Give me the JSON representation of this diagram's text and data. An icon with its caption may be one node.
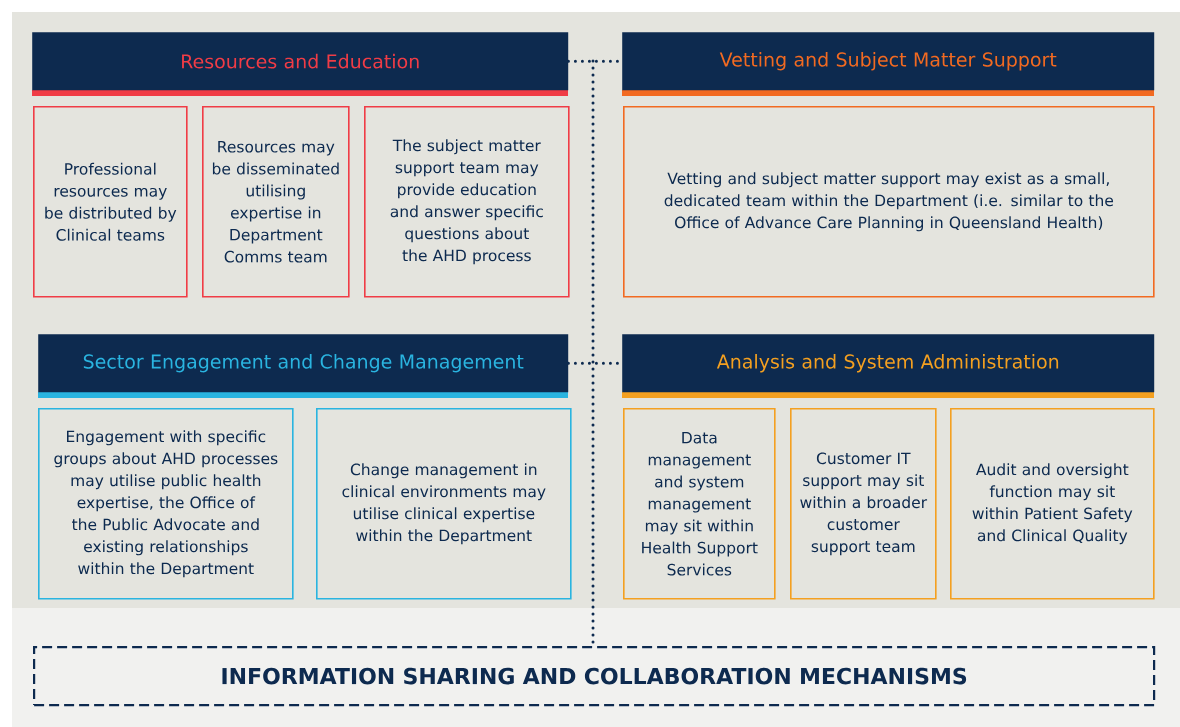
{
  "diagram": {
    "nodes": [
      {
        "text": [
          "Resources and Education"
        ]
      },
      {
        "text": [
          "Professional resources may be distributed by Clinical teams"
        ]
      },
      {
        "text": [
          "Resources may be disseminated utilising expertise in Department Comms team"
        ]
      },
      {
        "text": [
          "The subject matter support team may provide education and answer specific questions about the AHD process"
        ]
      },
      {
        "text": [
          "Vetting and Subject Matter Support"
        ]
      },
      {
        "text": [
          "Vetting and subject matter support may exist as a small, dedicated team within the Department (i.e. similar to the Office of Advance Care Planning in Queensland Health)"
        ]
      },
      {
        "text": [
          "Sector Engagement and Change Management"
        ]
      },
      {
        "text": [
          "Engagement with specific groups about AHD processes may utilise public health expertise, the Office of the Public Advocate and existing relationships within the Department"
        ]
      },
      {
        "text": [
          "Change management in clinical environments may utilise clinical expertise within the Department"
        ]
      },
      {
        "text": [
          "Analysis and System Administration"
        ]
      },
      {
        "text": [
          "Data management and system management may sit within Health Support Services"
        ]
      },
      {
        "text": [
          "Customer IT support may sit within a broader customer support team"
        ]
      },
      {
        "text": [
          "Audit and oversight function may sit within Patient Safety and Clinical Quality"
        ]
      },
      {
        "text": [
          "INFORMATION SHARING AND COLLABORATION MECHANISMS"
        ]
      }
    ],
    "edges": [
      {
        "from": 0,
        "to": 4,
        "arrow": "none",
        "style": "dashed"
      },
      {
        "from": 6,
        "to": 9,
        "arrow": "none",
        "style": "dashed"
      },
      {
        "from": null,
        "to": 13,
        "arrow": "none",
        "style": "dashed"
      }
    ]
  }
}
